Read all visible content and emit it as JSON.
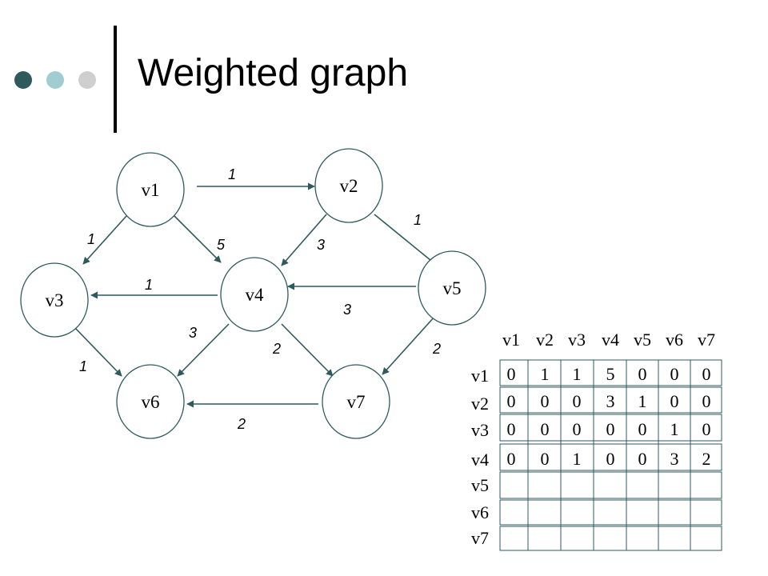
{
  "slide": {
    "title": "Weighted graph",
    "dots": [
      {
        "name": "dark-teal-dot",
        "color": "#2e5a5e"
      },
      {
        "name": "light-teal-dot",
        "color": "#9fcdd2"
      },
      {
        "name": "gray-dot",
        "color": "#cfcfcf"
      }
    ]
  },
  "graph": {
    "nodes": [
      {
        "id": "v1",
        "label": "v1"
      },
      {
        "id": "v2",
        "label": "v2"
      },
      {
        "id": "v3",
        "label": "v3"
      },
      {
        "id": "v4",
        "label": "v4"
      },
      {
        "id": "v5",
        "label": "v5"
      },
      {
        "id": "v6",
        "label": "v6"
      },
      {
        "id": "v7",
        "label": "v7"
      }
    ],
    "edges": [
      {
        "from": "v1",
        "to": "v2",
        "weight": "1"
      },
      {
        "from": "v1",
        "to": "v3",
        "weight": "1"
      },
      {
        "from": "v1",
        "to": "v4",
        "weight": "5"
      },
      {
        "from": "v2",
        "to": "v4",
        "weight": "3"
      },
      {
        "from": "v2",
        "to": "v5",
        "weight": "1"
      },
      {
        "from": "v4",
        "to": "v3",
        "weight": "1"
      },
      {
        "from": "v5",
        "to": "v4",
        "weight": "3"
      },
      {
        "from": "v3",
        "to": "v6",
        "weight": "1"
      },
      {
        "from": "v4",
        "to": "v6",
        "weight": "3"
      },
      {
        "from": "v4",
        "to": "v7",
        "weight": "2"
      },
      {
        "from": "v5",
        "to": "v7",
        "weight": "2"
      },
      {
        "from": "v7",
        "to": "v6",
        "weight": "2"
      }
    ]
  },
  "matrix": {
    "column_labels": [
      "v1",
      "v2",
      "v3",
      "v4",
      "v5",
      "v6",
      "v7"
    ],
    "row_labels": [
      "v1",
      "v2",
      "v3",
      "v4",
      "v5",
      "v6",
      "v7"
    ],
    "rows": [
      [
        "0",
        "1",
        "1",
        "5",
        "0",
        "0",
        "0"
      ],
      [
        "0",
        "0",
        "0",
        "3",
        "1",
        "0",
        "0"
      ],
      [
        "0",
        "0",
        "0",
        "0",
        "0",
        "1",
        "0"
      ],
      [
        "0",
        "0",
        "1",
        "0",
        "0",
        "3",
        "2"
      ],
      [],
      [],
      []
    ]
  },
  "colors": {
    "edge": "#2e5a5e",
    "node_border": "#2e5a5e",
    "matrix_border": "#2e5a5e"
  }
}
